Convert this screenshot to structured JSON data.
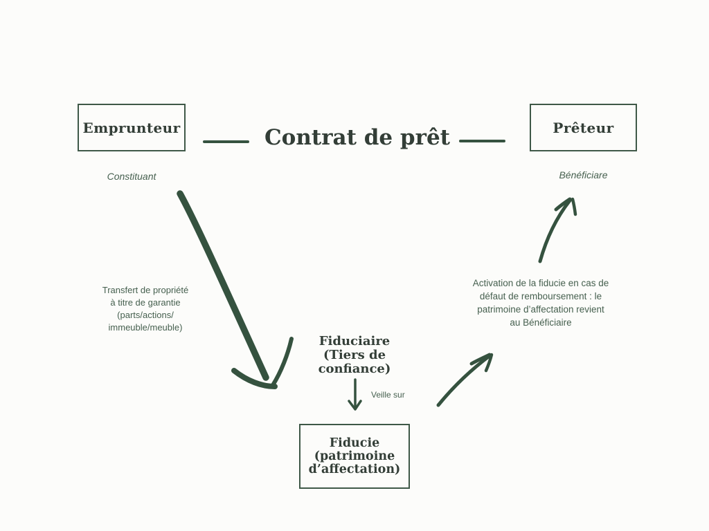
{
  "palette": {
    "background": "#fcfcfa",
    "accent": "#35523f",
    "box_border": "#3e5847",
    "heading_text": "#333e37",
    "body_text": "#46604f"
  },
  "diagram": {
    "title": "Contrat de prêt",
    "boxes": {
      "emprunteur": {
        "label": "Emprunteur",
        "role_label": "Constituant"
      },
      "preteur": {
        "label": "Prêteur",
        "role_label": "Bénéficiare"
      },
      "fiducie": {
        "label": "Fiducie\n(patrimoine\nd’affectation)"
      }
    },
    "nodes": {
      "fiduciaire": "Fiduciaire\n(Tiers de\nconfiance)"
    },
    "annotations": {
      "transfert": "Transfert de propriété\nà titre de garantie\n(parts/actions/\nimmeuble/meuble)",
      "activation": "Activation de la fiducie en cas de\ndéfaut de remboursement : le\npatrimoine d’affectation revient\nau Bénéficiaire",
      "veille": "Veille sur"
    },
    "arrows": {
      "transfer_arrow": "thick hand-drawn arrow from Emprunteur down to Fiduciaire",
      "veille_arrow": "straight arrow from Fiduciaire down to Fiducie box",
      "activation_arrow": "curved arrow from Fiducie box up toward activation note",
      "beneficiary_arrow": "curved arrow up toward Bénéficiare"
    }
  }
}
